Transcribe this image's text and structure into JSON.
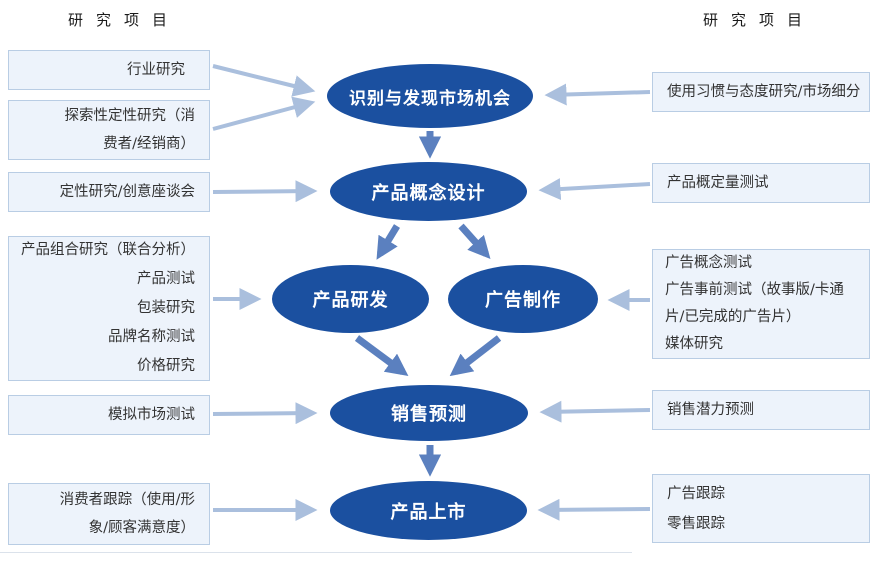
{
  "headers": {
    "left": "研究项目",
    "right": "研究项目"
  },
  "flow": {
    "stages": [
      {
        "id": "market-opportunity",
        "label": "识别与发现市场机会"
      },
      {
        "id": "product-concept-design",
        "label": "产品概念设计"
      },
      {
        "id": "product-rnd",
        "label": "产品研发"
      },
      {
        "id": "ad-production",
        "label": "广告制作"
      },
      {
        "id": "sales-forecast",
        "label": "销售预测"
      },
      {
        "id": "product-launch",
        "label": "产品上市"
      }
    ]
  },
  "left_boxes": [
    {
      "lines": [
        "行业研究"
      ]
    },
    {
      "lines": [
        "探索性定性研究（消",
        "费者/经销商）"
      ]
    },
    {
      "lines": [
        "定性研究/创意座谈会"
      ]
    },
    {
      "lines": [
        "产品组合研究（联合分析）",
        "产品测试",
        "包装研究",
        "品牌名称测试",
        "价格研究"
      ]
    },
    {
      "lines": [
        "模拟市场测试"
      ]
    },
    {
      "lines": [
        "消费者跟踪（使用/形",
        "象/顾客满意度）"
      ]
    }
  ],
  "right_boxes": [
    {
      "lines": [
        "使用习惯与态度研究/市场细分"
      ]
    },
    {
      "lines": [
        "产品概定量测试"
      ]
    },
    {
      "lines": [
        "广告概念测试",
        "广告事前测试（故事版/卡通",
        "片/已完成的广告片）",
        "媒体研究"
      ]
    },
    {
      "lines": [
        "销售潜力预测"
      ]
    },
    {
      "lines": [
        "广告跟踪",
        "零售跟踪"
      ]
    }
  ],
  "colors": {
    "stage_fill": "#1b50a0",
    "stage_text": "#ffffff",
    "box_fill": "#edf3fb",
    "box_border": "#b9cde4",
    "arrow_light": "#aabfdd",
    "arrow_flow": "#5b80bf",
    "text": "#333333"
  }
}
